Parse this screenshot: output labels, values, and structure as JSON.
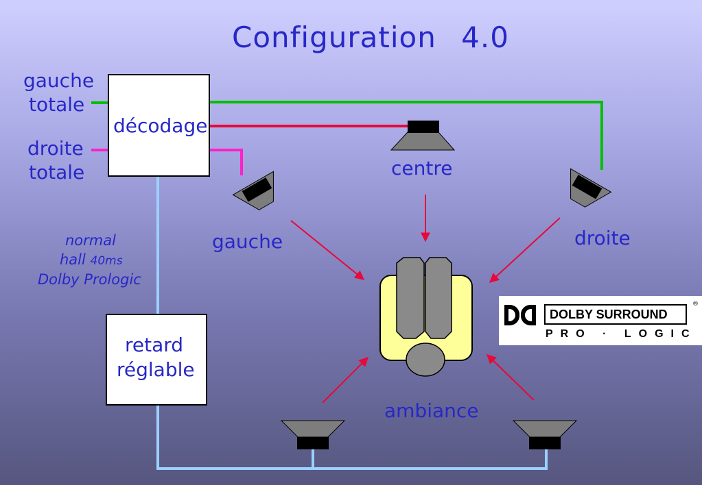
{
  "title": "Configuration   4.0",
  "inputs": {
    "left_total": [
      "gauche",
      "totale"
    ],
    "right_total": [
      "droite",
      "totale"
    ]
  },
  "blocks": {
    "decoding": "décodage",
    "delay": [
      "retard",
      "réglable"
    ]
  },
  "speakers": {
    "center": "centre",
    "left": "gauche",
    "right": "droite",
    "surround": "ambiance"
  },
  "delay_modes": {
    "line1": "normal",
    "line2_a": "hall",
    "line2_b": "40ms",
    "line3": "Dolby Prologic"
  },
  "logo": {
    "box": "DOLBY SURROUND",
    "sub": "PRO · LOGIC"
  },
  "colors": {
    "green": "#00c000",
    "red": "#e8083a",
    "magenta": "#ff20c8",
    "blue": "#9bd0ff",
    "text": "#2727c8"
  }
}
